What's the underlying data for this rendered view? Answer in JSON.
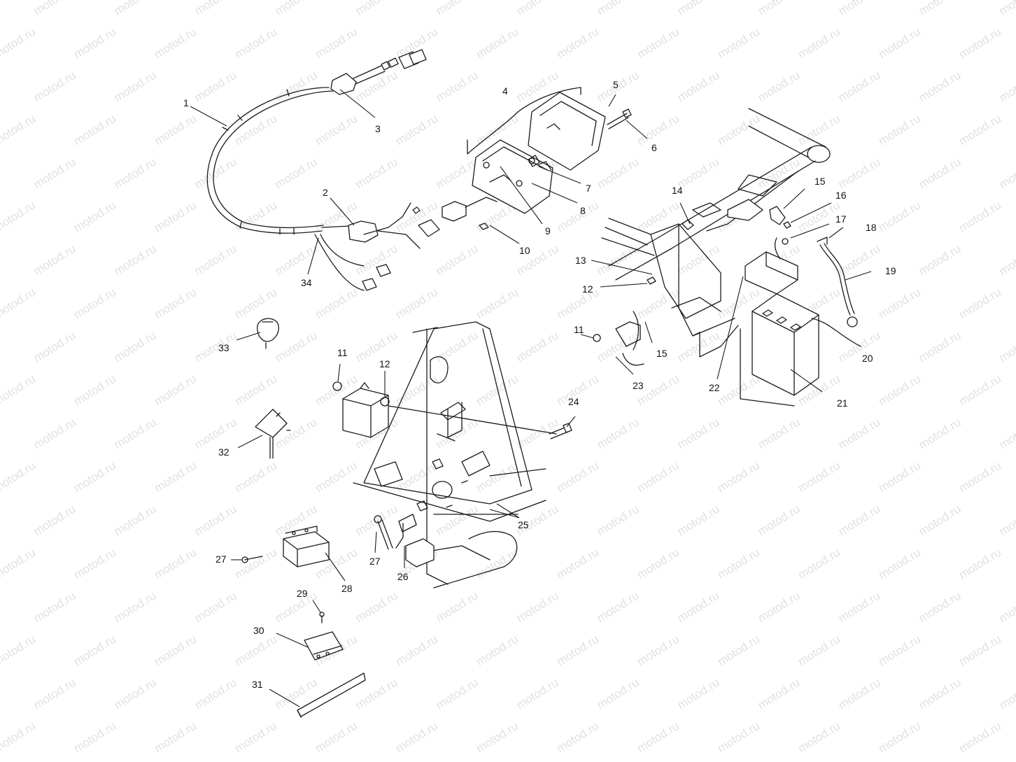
{
  "watermark": {
    "text": "motod.ru",
    "color": "#c8c8c8"
  },
  "callouts": [
    {
      "id": "c1",
      "text": "1"
    },
    {
      "id": "c2",
      "text": "2"
    },
    {
      "id": "c3",
      "text": "3"
    },
    {
      "id": "c4",
      "text": "4"
    },
    {
      "id": "c5",
      "text": "5"
    },
    {
      "id": "c6",
      "text": "6"
    },
    {
      "id": "c7",
      "text": "7"
    },
    {
      "id": "c8",
      "text": "8"
    },
    {
      "id": "c9",
      "text": "9"
    },
    {
      "id": "c10",
      "text": "10"
    },
    {
      "id": "c11a",
      "text": "11"
    },
    {
      "id": "c11b",
      "text": "11"
    },
    {
      "id": "c12a",
      "text": "12"
    },
    {
      "id": "c12b",
      "text": "12"
    },
    {
      "id": "c13",
      "text": "13"
    },
    {
      "id": "c14",
      "text": "14"
    },
    {
      "id": "c15a",
      "text": "15"
    },
    {
      "id": "c15b",
      "text": "15"
    },
    {
      "id": "c16",
      "text": "16"
    },
    {
      "id": "c17",
      "text": "17"
    },
    {
      "id": "c18",
      "text": "18"
    },
    {
      "id": "c19",
      "text": "19"
    },
    {
      "id": "c20",
      "text": "20"
    },
    {
      "id": "c21",
      "text": "21"
    },
    {
      "id": "c22",
      "text": "22"
    },
    {
      "id": "c23",
      "text": "23"
    },
    {
      "id": "c24",
      "text": "24"
    },
    {
      "id": "c25",
      "text": "25"
    },
    {
      "id": "c26",
      "text": "26"
    },
    {
      "id": "c27a",
      "text": "27"
    },
    {
      "id": "c27b",
      "text": "27"
    },
    {
      "id": "c28",
      "text": "28"
    },
    {
      "id": "c29",
      "text": "29"
    },
    {
      "id": "c30",
      "text": "30"
    },
    {
      "id": "c31",
      "text": "31"
    },
    {
      "id": "c32",
      "text": "32"
    },
    {
      "id": "c33",
      "text": "33"
    },
    {
      "id": "c34",
      "text": "34"
    }
  ]
}
